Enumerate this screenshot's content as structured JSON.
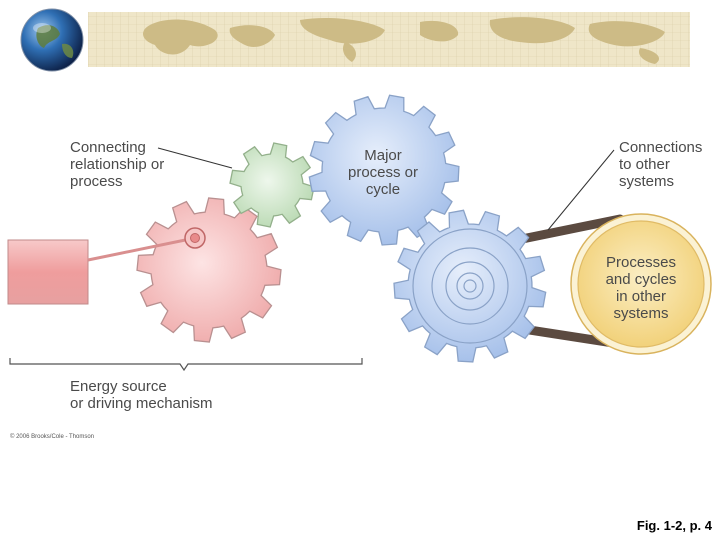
{
  "labels": {
    "connecting": [
      "Connecting",
      "relationship or",
      "process"
    ],
    "major": [
      "Major",
      "process or",
      "cycle"
    ],
    "connections": [
      "Connections",
      "to other",
      "systems"
    ],
    "processes": [
      "Processes",
      "and cycles",
      "in other",
      "systems"
    ],
    "energy": [
      "Energy source",
      "or driving mechanism"
    ]
  },
  "copyright": "© 2006 Brooks/Cole - Thomson",
  "caption": "Fig. 1-2, p. 4",
  "colors": {
    "red_gear": "#f2b6b6",
    "green_gear": "#c9e3c3",
    "blue_gear": "#b7cdee",
    "yellow_disk": "#f5d98c",
    "belt": "#5b4a40",
    "map_band": "#efe6c8",
    "label_text": "#4a4a4a"
  },
  "icons": [
    "globe-icon",
    "world-map-banner"
  ]
}
